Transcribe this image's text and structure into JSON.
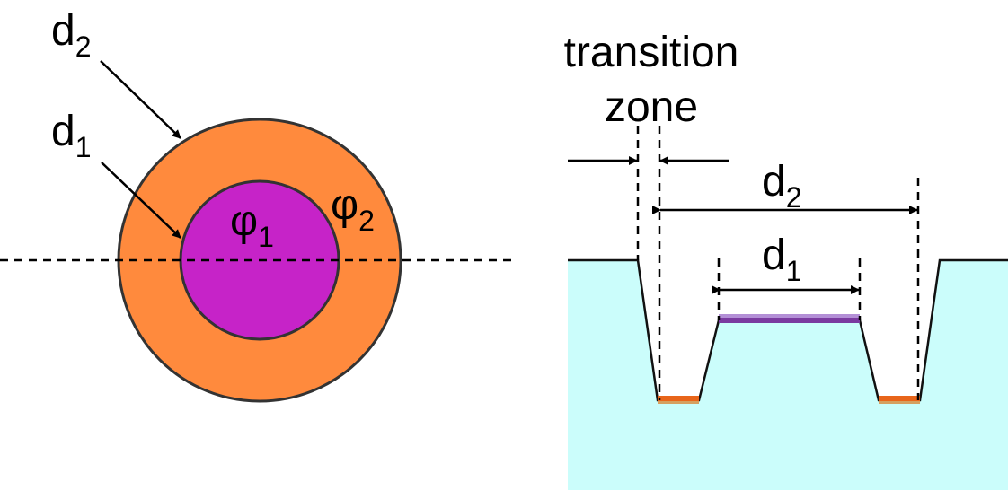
{
  "colors": {
    "outer_ring": "#ff8a3d",
    "inner_disk": "#c623c8",
    "substrate": "#cbfdfb",
    "outline": "#333333",
    "bottom_strip_orange": "#e8651a",
    "bottom_strip_tan": "#d5a060",
    "top_strip_purple": "#7a3aa0",
    "top_strip_lavender": "#b38fd6"
  },
  "left_view": {
    "outer_label": {
      "base": "d",
      "sub": "2"
    },
    "inner_label": {
      "base": "d",
      "sub": "1"
    },
    "inner_phase": {
      "base": "φ",
      "sub": "1"
    },
    "outer_phase": {
      "base": "φ",
      "sub": "2"
    }
  },
  "right_view": {
    "transition_line1": "transition",
    "transition_line2": "zone",
    "outer_dim": {
      "base": "d",
      "sub": "2"
    },
    "inner_dim": {
      "base": "d",
      "sub": "1"
    }
  }
}
